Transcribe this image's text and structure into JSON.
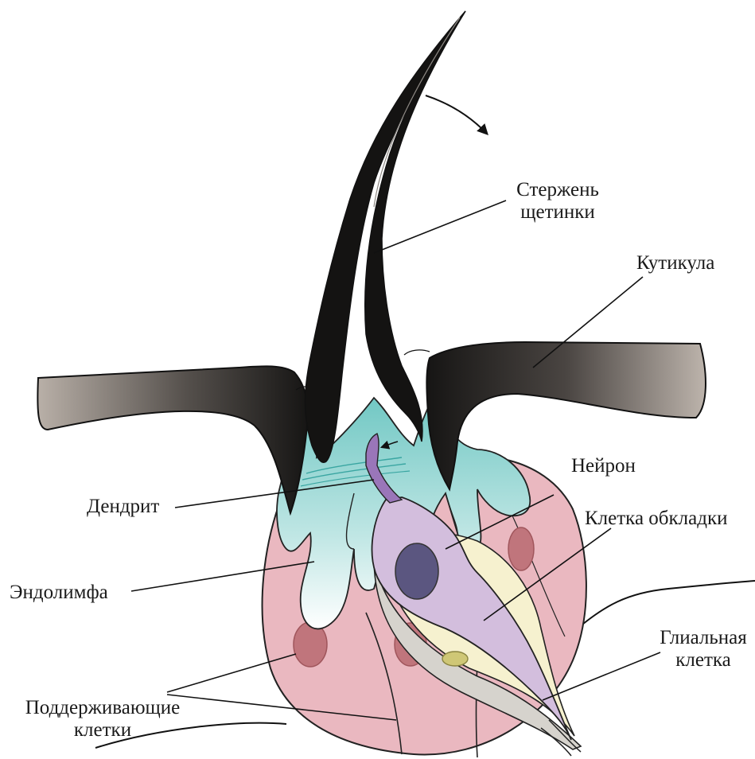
{
  "labels": {
    "shaft": "Стержень щетинки",
    "shaft_line1": "Стержень",
    "shaft_line2": "щетинки",
    "cuticle": "Кутикула",
    "neuron": "Нейрон",
    "sheath_cell": "Клетка обкладки",
    "dendrite": "Дендрит",
    "endolymph": "Эндолимфа",
    "glial": "Глиальная клетка",
    "glial_line1": "Глиальная",
    "glial_line2": "клетка",
    "supporting": "Поддерживающие клетки",
    "supporting_line1": "Поддерживающие",
    "supporting_line2": "клетки"
  },
  "colors": {
    "support_pink": "#eab8c0",
    "nucleus_red": "#c0757c",
    "endolymph_teal": "#6fc7c3",
    "neuron_lilac": "#d3bedd",
    "neuron_nucleus": "#5b5680",
    "dendrite_purple": "#9a76b9",
    "sheath_yellow": "#f6f1cf",
    "glial_gray": "#d6d3cd",
    "cuticle_dark": "#1d1b1a",
    "cuticle_light": "#b8afa7",
    "line": "#111111"
  }
}
